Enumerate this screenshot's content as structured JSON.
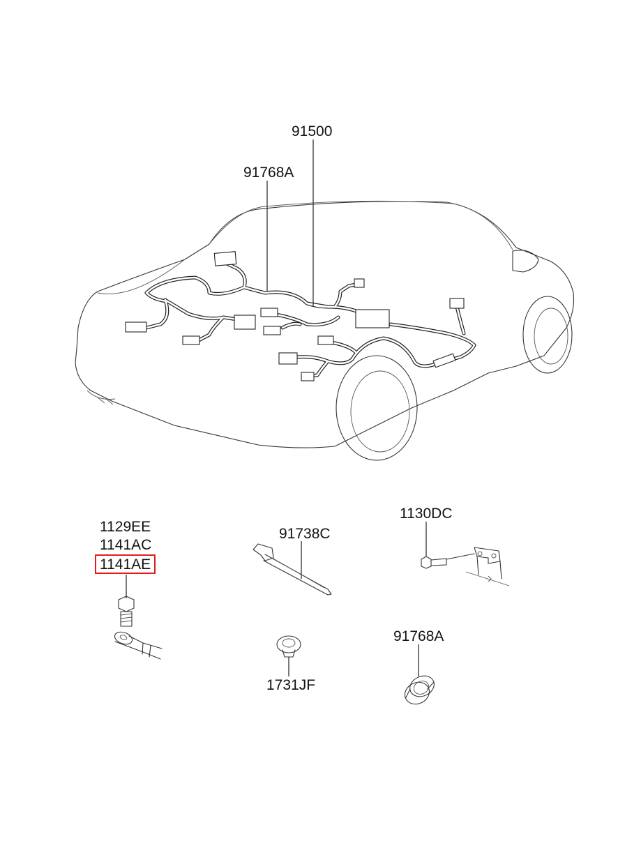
{
  "diagram": {
    "labels": {
      "harness": "91500",
      "grommet_top": "91768A",
      "bolt_1": "1129EE",
      "bolt_2": "1141AC",
      "bolt_3": "1141AE",
      "tie": "91738C",
      "bolt_right": "1130DC",
      "clip": "1731JF",
      "grommet_bottom": "91768A"
    },
    "highlight": {
      "part": "1141AE",
      "color": "#e31b1b"
    }
  }
}
